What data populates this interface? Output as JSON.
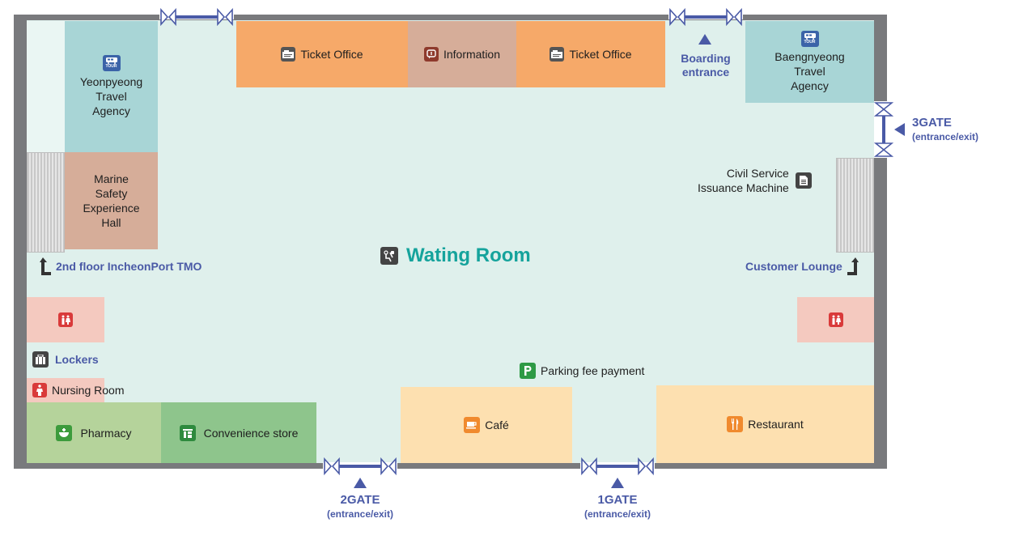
{
  "rooms": {
    "ticket_office_left": "Ticket Office",
    "information": "Information",
    "ticket_office_right": "Ticket Office",
    "yeonpyeong": "Yeonpyeong\nTravel\nAgency",
    "baengnyeong": "Baengnyeong\nTravel\nAgency",
    "marine": "Marine\nSafety\nExperience\nHall",
    "pharmacy": "Pharmacy",
    "convenience": "Convenience store",
    "cafe": "Café",
    "restaurant": "Restaurant"
  },
  "labels": {
    "waiting_room": "Wating Room",
    "second_floor": "2nd floor IncheonPort TMO",
    "customer_lounge": "Customer Lounge",
    "civil_service": "Civil Service\nIssuance Machine",
    "lockers": "Lockers",
    "nursing_room": "Nursing Room",
    "parking": "Parking fee payment",
    "boarding": "Boarding\nentrance",
    "tour_badge": "TOUR"
  },
  "gates": {
    "gate2_title": "2GATE",
    "gate2_sub": "(entrance/exit)",
    "gate1_title": "1GATE",
    "gate1_sub": "(entrance/exit)",
    "gate3_title": "3GATE",
    "gate3_sub": "(entrance/exit)"
  },
  "icons": {
    "ticket": "ticket-icon",
    "information": "information-icon",
    "tour": "tour-bus-icon",
    "restroom": "restroom-icon",
    "lockers": "locker-icon",
    "nursing": "nursing-room-icon",
    "pharmacy": "pharmacy-icon",
    "convenience": "convenience-store-icon",
    "cafe": "cafe-icon",
    "restaurant": "restaurant-icon",
    "parking": "parking-icon",
    "waiting": "waiting-room-icon",
    "document": "document-icon",
    "escalator": "escalator-arrow-icon"
  },
  "colors": {
    "wall": "#797a7d",
    "floor": "#dff0ec",
    "accent_blue": "#4a5aa6",
    "accent_teal": "#15a39c",
    "ticket_orange": "#f6a969",
    "info_tan": "#d6ad99",
    "agency_teal": "#a8d5d6",
    "restroom_pink": "#f4c9bf",
    "food_peach": "#fde0b0",
    "pharmacy_green": "#b5d39b",
    "store_green": "#8ec58c"
  }
}
